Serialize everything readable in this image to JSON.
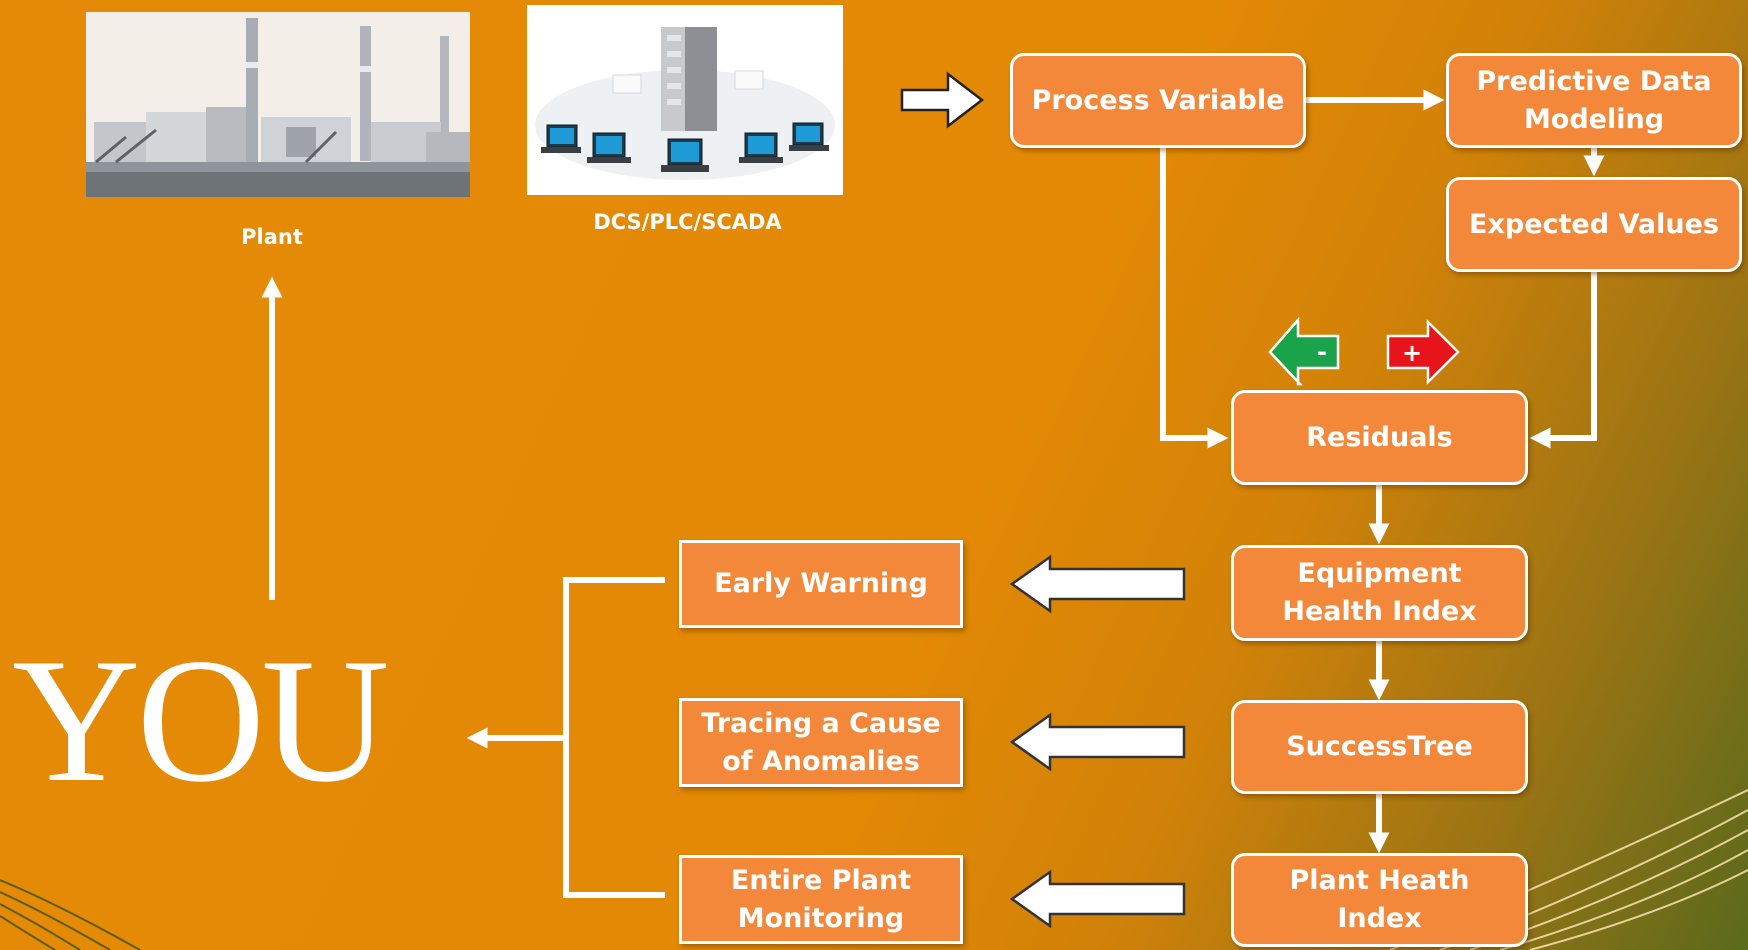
{
  "images": {
    "plant": {
      "caption": "Plant",
      "icon": "power-plant-icon"
    },
    "control_system": {
      "caption": "DCS/PLC/SCADA",
      "icon": "server-network-icon"
    }
  },
  "nodes": {
    "process_variable": "Process Variable",
    "predictive_modeling": "Predictive Data Modeling",
    "expected_values": "Expected Values",
    "residuals": "Residuals",
    "equipment_health_index": "Equipment Health Index",
    "success_tree": "SuccessTree",
    "plant_health_index": "Plant Heath Index",
    "early_warning": "Early Warning",
    "tracing_cause": "Tracing a Cause of Anomalies",
    "plant_monitoring": "Entire Plant Monitoring"
  },
  "residual_signs": {
    "negative": "-",
    "positive": "+"
  },
  "you_label": "YOU",
  "colors": {
    "background": "#e58a07",
    "box_fill": "#f4883a",
    "box_border": "#ffffff",
    "negative_arrow": "#1aa34a",
    "positive_arrow": "#e8141b"
  }
}
